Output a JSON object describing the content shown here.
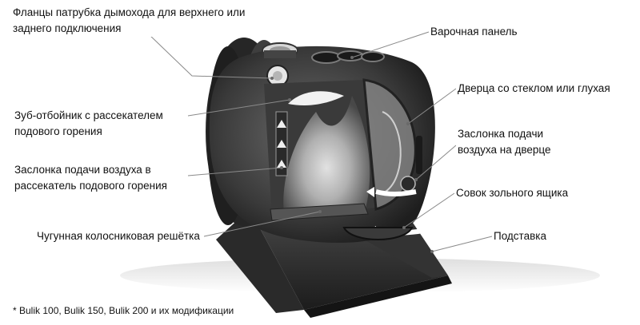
{
  "labels": {
    "flanges": "Фланцы патрубка дымохода для верхнего или заднего подключения",
    "flanges_line1": "Фланцы патрубка дымохода для верхнего или",
    "flanges_line2": "заднего подключения",
    "cooking_panel": "Варочная панель",
    "door": "Дверца со стеклом или глухая",
    "deflector_line1": "Зуб-отбойник с рассекателем",
    "deflector_line2": "подового горения",
    "door_damper_line1": "Заслонка подачи",
    "door_damper_line2": "воздуха на дверце",
    "spreader_damper_line1": "Заслонка подачи воздуха в",
    "spreader_damper_line2": "рассекатель подового горения",
    "ash_scoop": "Совок зольного ящика",
    "grate": "Чугунная колосниковая решётка",
    "stand": "Подставка"
  },
  "footnote": "* Bulik 100, Bulik 150, Bulik 200 и их модификации",
  "colors": {
    "leader_line": "#8a8a8a",
    "stove_dark": "#2f2f2f",
    "stove_mid": "#5a5a5a",
    "firebox": "#3c3c3c",
    "flame": "#e8e8e8"
  }
}
